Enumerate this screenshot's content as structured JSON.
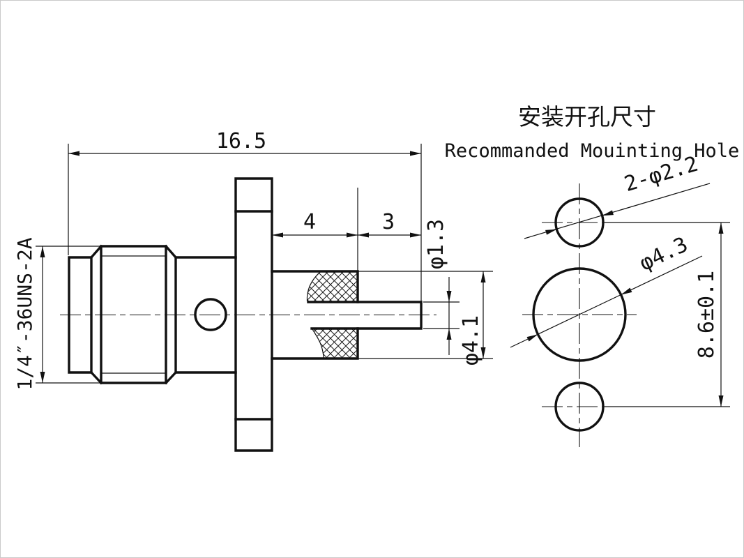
{
  "titles": {
    "cn": "安装开孔尺寸",
    "en": "Recommanded Mouinting Hole"
  },
  "side_view": {
    "overall_length": "16.5",
    "flange_to_insulator_face": "4",
    "insulator_face_to_pin_tip": "3",
    "pin_diameter": "φ1.3",
    "insulator_diameter": "φ4.1",
    "thread_spec": "1/4″-36UNS-2A"
  },
  "mounting_hole_view": {
    "small_holes": "2-φ2.2",
    "center_hole": "φ4.3",
    "hole_spacing": "8.6±0.1"
  },
  "style": {
    "line_color": "#111111",
    "background": "#ffffff"
  }
}
